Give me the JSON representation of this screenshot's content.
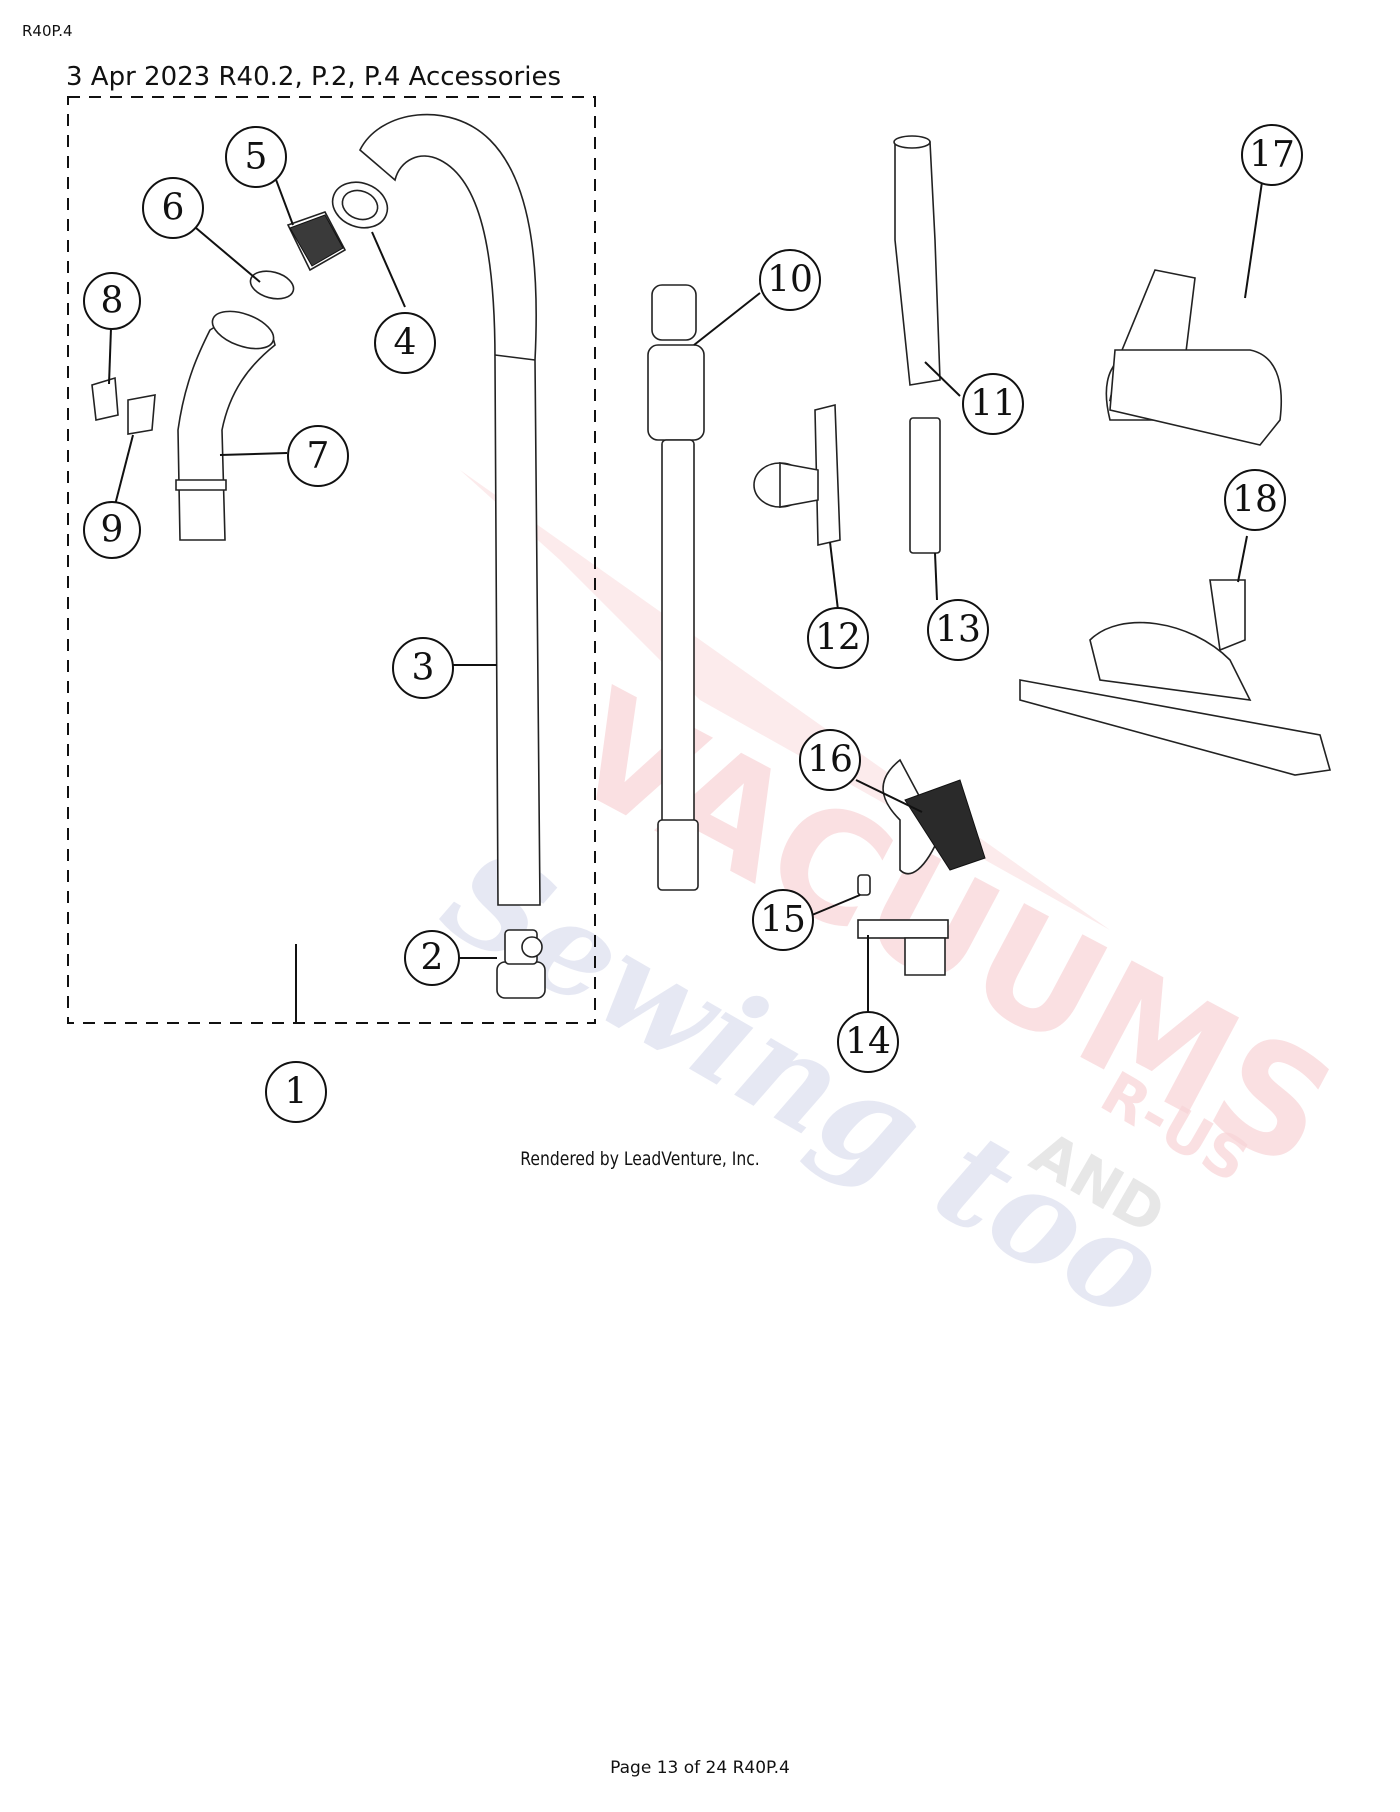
{
  "header": {
    "page_id": "R40P.4",
    "title": "3 Apr 2023 R40.2, P.2, P.4 Accessories"
  },
  "credit": "Rendered by LeadVenture, Inc.",
  "footer": "Page 13 of 24 R40P.4",
  "callouts": [
    "1",
    "2",
    "3",
    "4",
    "5",
    "6",
    "7",
    "8",
    "9",
    "10",
    "11",
    "12",
    "13",
    "14",
    "15",
    "16",
    "17",
    "18"
  ],
  "watermark": {
    "line1": "VACUUMS",
    "line2": "R-US",
    "line3": "AND",
    "line4": "Sewing too"
  }
}
